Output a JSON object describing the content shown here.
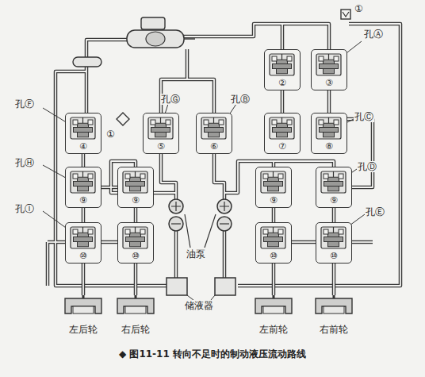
{
  "diagram": {
    "caption": "◆ 图11-11 转向不足时的制动液压流动路线",
    "nodes": [
      {
        "text": [
          "②"
        ]
      },
      {
        "text": [
          "③"
        ]
      },
      {
        "text": [
          "④"
        ]
      },
      {
        "text": [
          "⑤"
        ]
      },
      {
        "text": [
          "⑥"
        ]
      },
      {
        "text": [
          "⑦"
        ]
      },
      {
        "text": [
          "⑧"
        ]
      },
      {
        "text": [
          "⑨"
        ]
      },
      {
        "text": [
          "⑨"
        ]
      },
      {
        "text": [
          "⑨"
        ]
      },
      {
        "text": [
          "⑨"
        ]
      },
      {
        "text": [
          "⑩"
        ]
      },
      {
        "text": [
          "⑩"
        ]
      },
      {
        "text": [
          "⑩"
        ]
      },
      {
        "text": [
          "⑩"
        ]
      },
      {
        "text": [
          "左后轮"
        ]
      },
      {
        "text": [
          "右后轮"
        ]
      },
      {
        "text": [
          "左前轮"
        ]
      },
      {
        "text": [
          "右前轮"
        ]
      }
    ],
    "edges": [
      {
        "from": 0,
        "to": 5,
        "arrow": "none"
      },
      {
        "from": 1,
        "to": 6,
        "arrow": "none"
      },
      {
        "from": 2,
        "to": 7,
        "arrow": "none"
      },
      {
        "from": 7,
        "to": 11,
        "arrow": "none"
      },
      {
        "from": 8,
        "to": 12,
        "arrow": "none"
      },
      {
        "from": 9,
        "to": 13,
        "arrow": "none"
      },
      {
        "from": 10,
        "to": 14,
        "arrow": "none"
      },
      {
        "from": 11,
        "to": 15,
        "arrow": "none"
      },
      {
        "from": 12,
        "to": 16,
        "arrow": "none"
      },
      {
        "from": 13,
        "to": 17,
        "arrow": "none"
      },
      {
        "from": 14,
        "to": 18,
        "arrow": "none"
      }
    ],
    "labels": [
      "①",
      "孔Ⓐ",
      "孔Ⓕ",
      "孔Ⓖ",
      "孔Ⓑ",
      "①",
      "孔Ⓒ",
      "孔Ⓗ",
      "孔Ⓓ",
      "孔Ⓘ",
      "孔Ⓔ",
      "油泵",
      "储液器"
    ]
  }
}
